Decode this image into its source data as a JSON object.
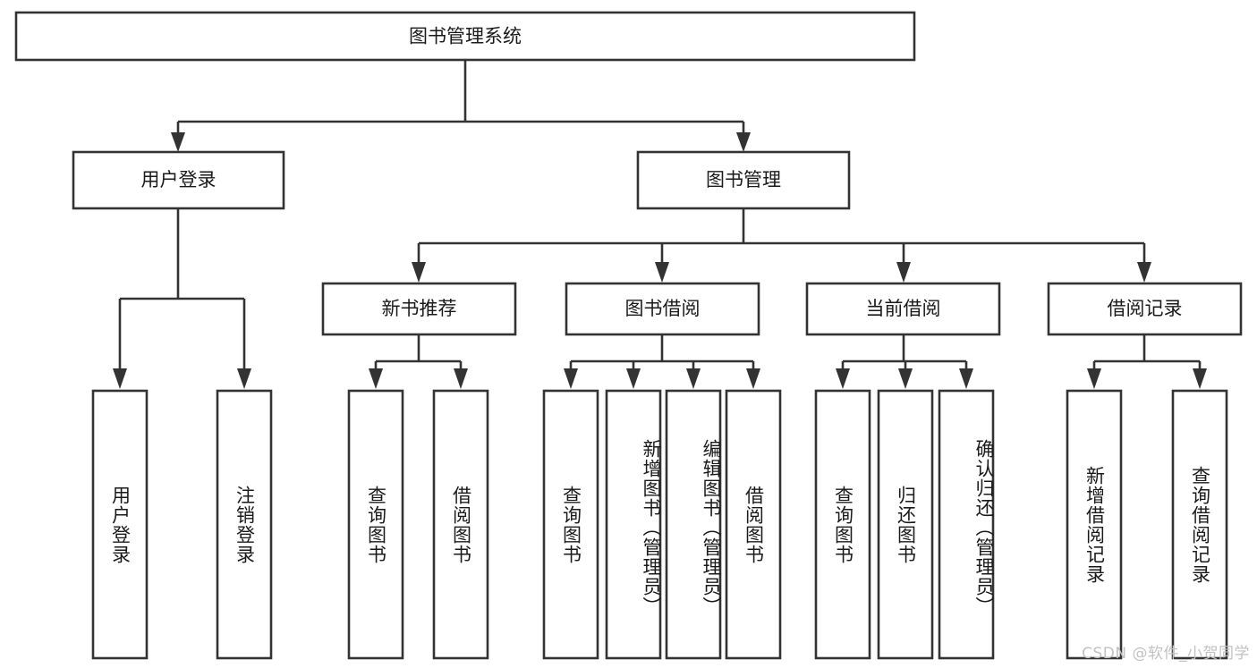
{
  "diagram": {
    "title": "图书管理系统",
    "type": "tree-hierarchy",
    "root": {
      "label": "图书管理系统"
    },
    "level1": [
      {
        "label": "用户登录"
      },
      {
        "label": "图书管理"
      }
    ],
    "level2": [
      {
        "label": "新书推荐"
      },
      {
        "label": "图书借阅"
      },
      {
        "label": "当前借阅"
      },
      {
        "label": "借阅记录"
      }
    ],
    "leaves": {
      "user_login": [
        {
          "label": "用户登录"
        },
        {
          "label": "注销登录"
        }
      ],
      "new_book_recommend": [
        {
          "label": "查询图书"
        },
        {
          "label": "借阅图书"
        }
      ],
      "book_borrow": [
        {
          "label": "查询图书"
        },
        {
          "label": "新增图书（管理员）"
        },
        {
          "label": "编辑图书（管理员）"
        },
        {
          "label": "借阅图书"
        }
      ],
      "current_borrow": [
        {
          "label": "查询图书"
        },
        {
          "label": "归还图书"
        },
        {
          "label": "确认归还（管理员）"
        }
      ],
      "borrow_record": [
        {
          "label": "新增借阅记录"
        },
        {
          "label": "查询借阅记录"
        }
      ]
    }
  },
  "watermark": {
    "text": "CSDN @软件_小贺同学"
  },
  "colors": {
    "stroke": "#333333",
    "fill": "#ffffff",
    "text": "#1a1a1a",
    "watermark": "#c2c2c2"
  }
}
